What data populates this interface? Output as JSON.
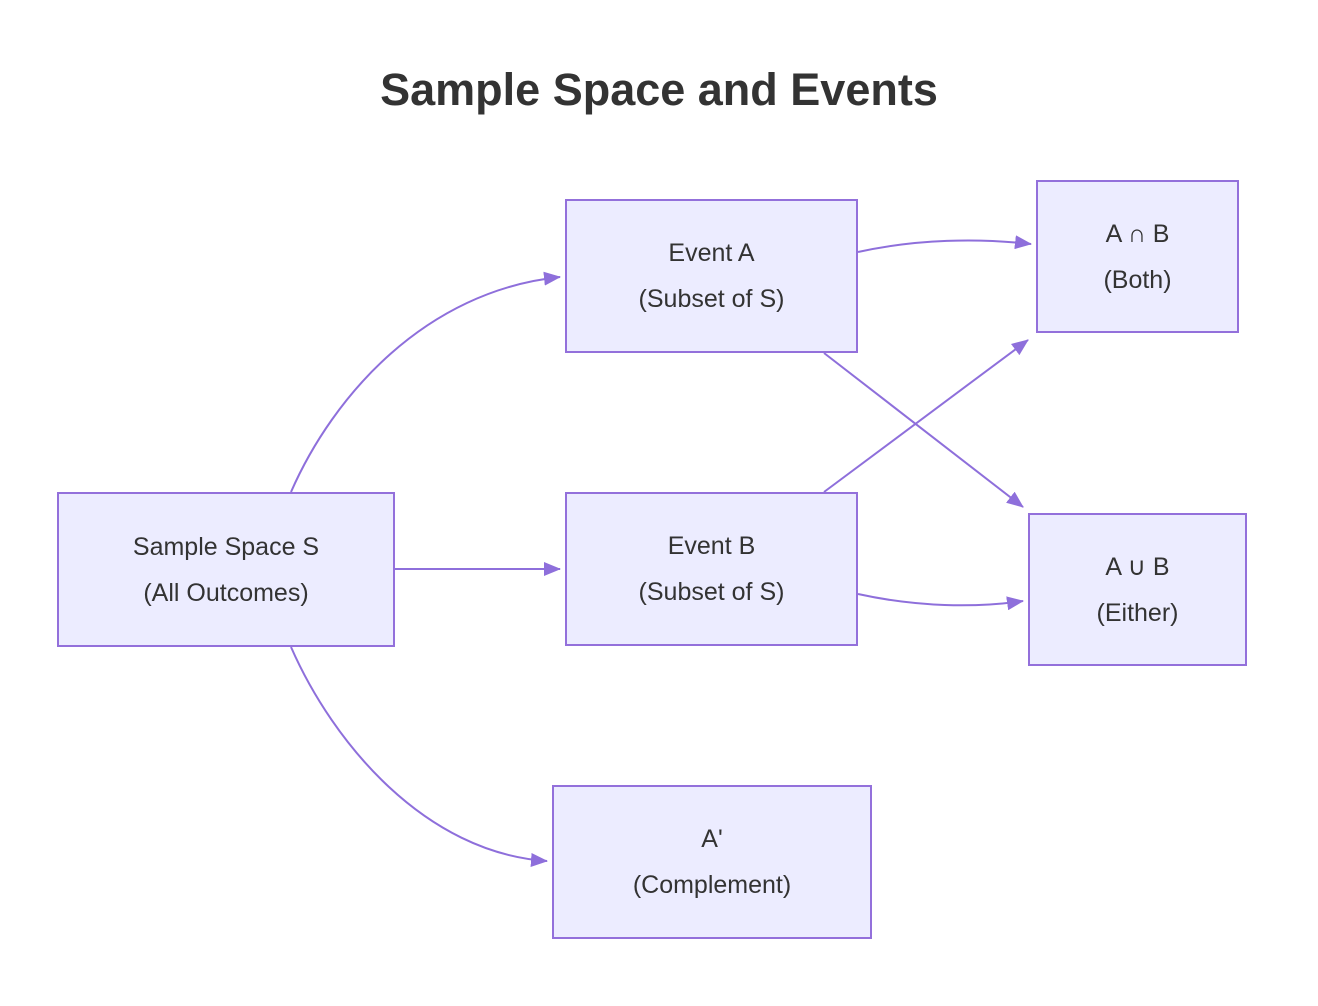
{
  "title": "Sample Space and Events",
  "diagram": {
    "nodes": {
      "sample_space": {
        "line1": "Sample Space S",
        "line2": "(All Outcomes)"
      },
      "event_a": {
        "line1": "Event A",
        "line2": "(Subset of S)"
      },
      "event_b": {
        "line1": "Event B",
        "line2": "(Subset of S)"
      },
      "complement": {
        "line1": "A'",
        "line2": "(Complement)"
      },
      "intersection": {
        "line1": "A ∩ B",
        "line2": "(Both)"
      },
      "union": {
        "line1": "A ∪ B",
        "line2": "(Either)"
      }
    },
    "edges": [
      {
        "from": "sample_space",
        "to": "event_a"
      },
      {
        "from": "sample_space",
        "to": "event_b"
      },
      {
        "from": "sample_space",
        "to": "complement"
      },
      {
        "from": "event_a",
        "to": "intersection"
      },
      {
        "from": "event_a",
        "to": "union"
      },
      {
        "from": "event_b",
        "to": "intersection"
      },
      {
        "from": "event_b",
        "to": "union"
      }
    ],
    "colors": {
      "node_fill": "#ECECFF",
      "node_border": "#9370DB",
      "edge": "#8E6FDB",
      "text": "#333333",
      "title": "#333333"
    }
  }
}
